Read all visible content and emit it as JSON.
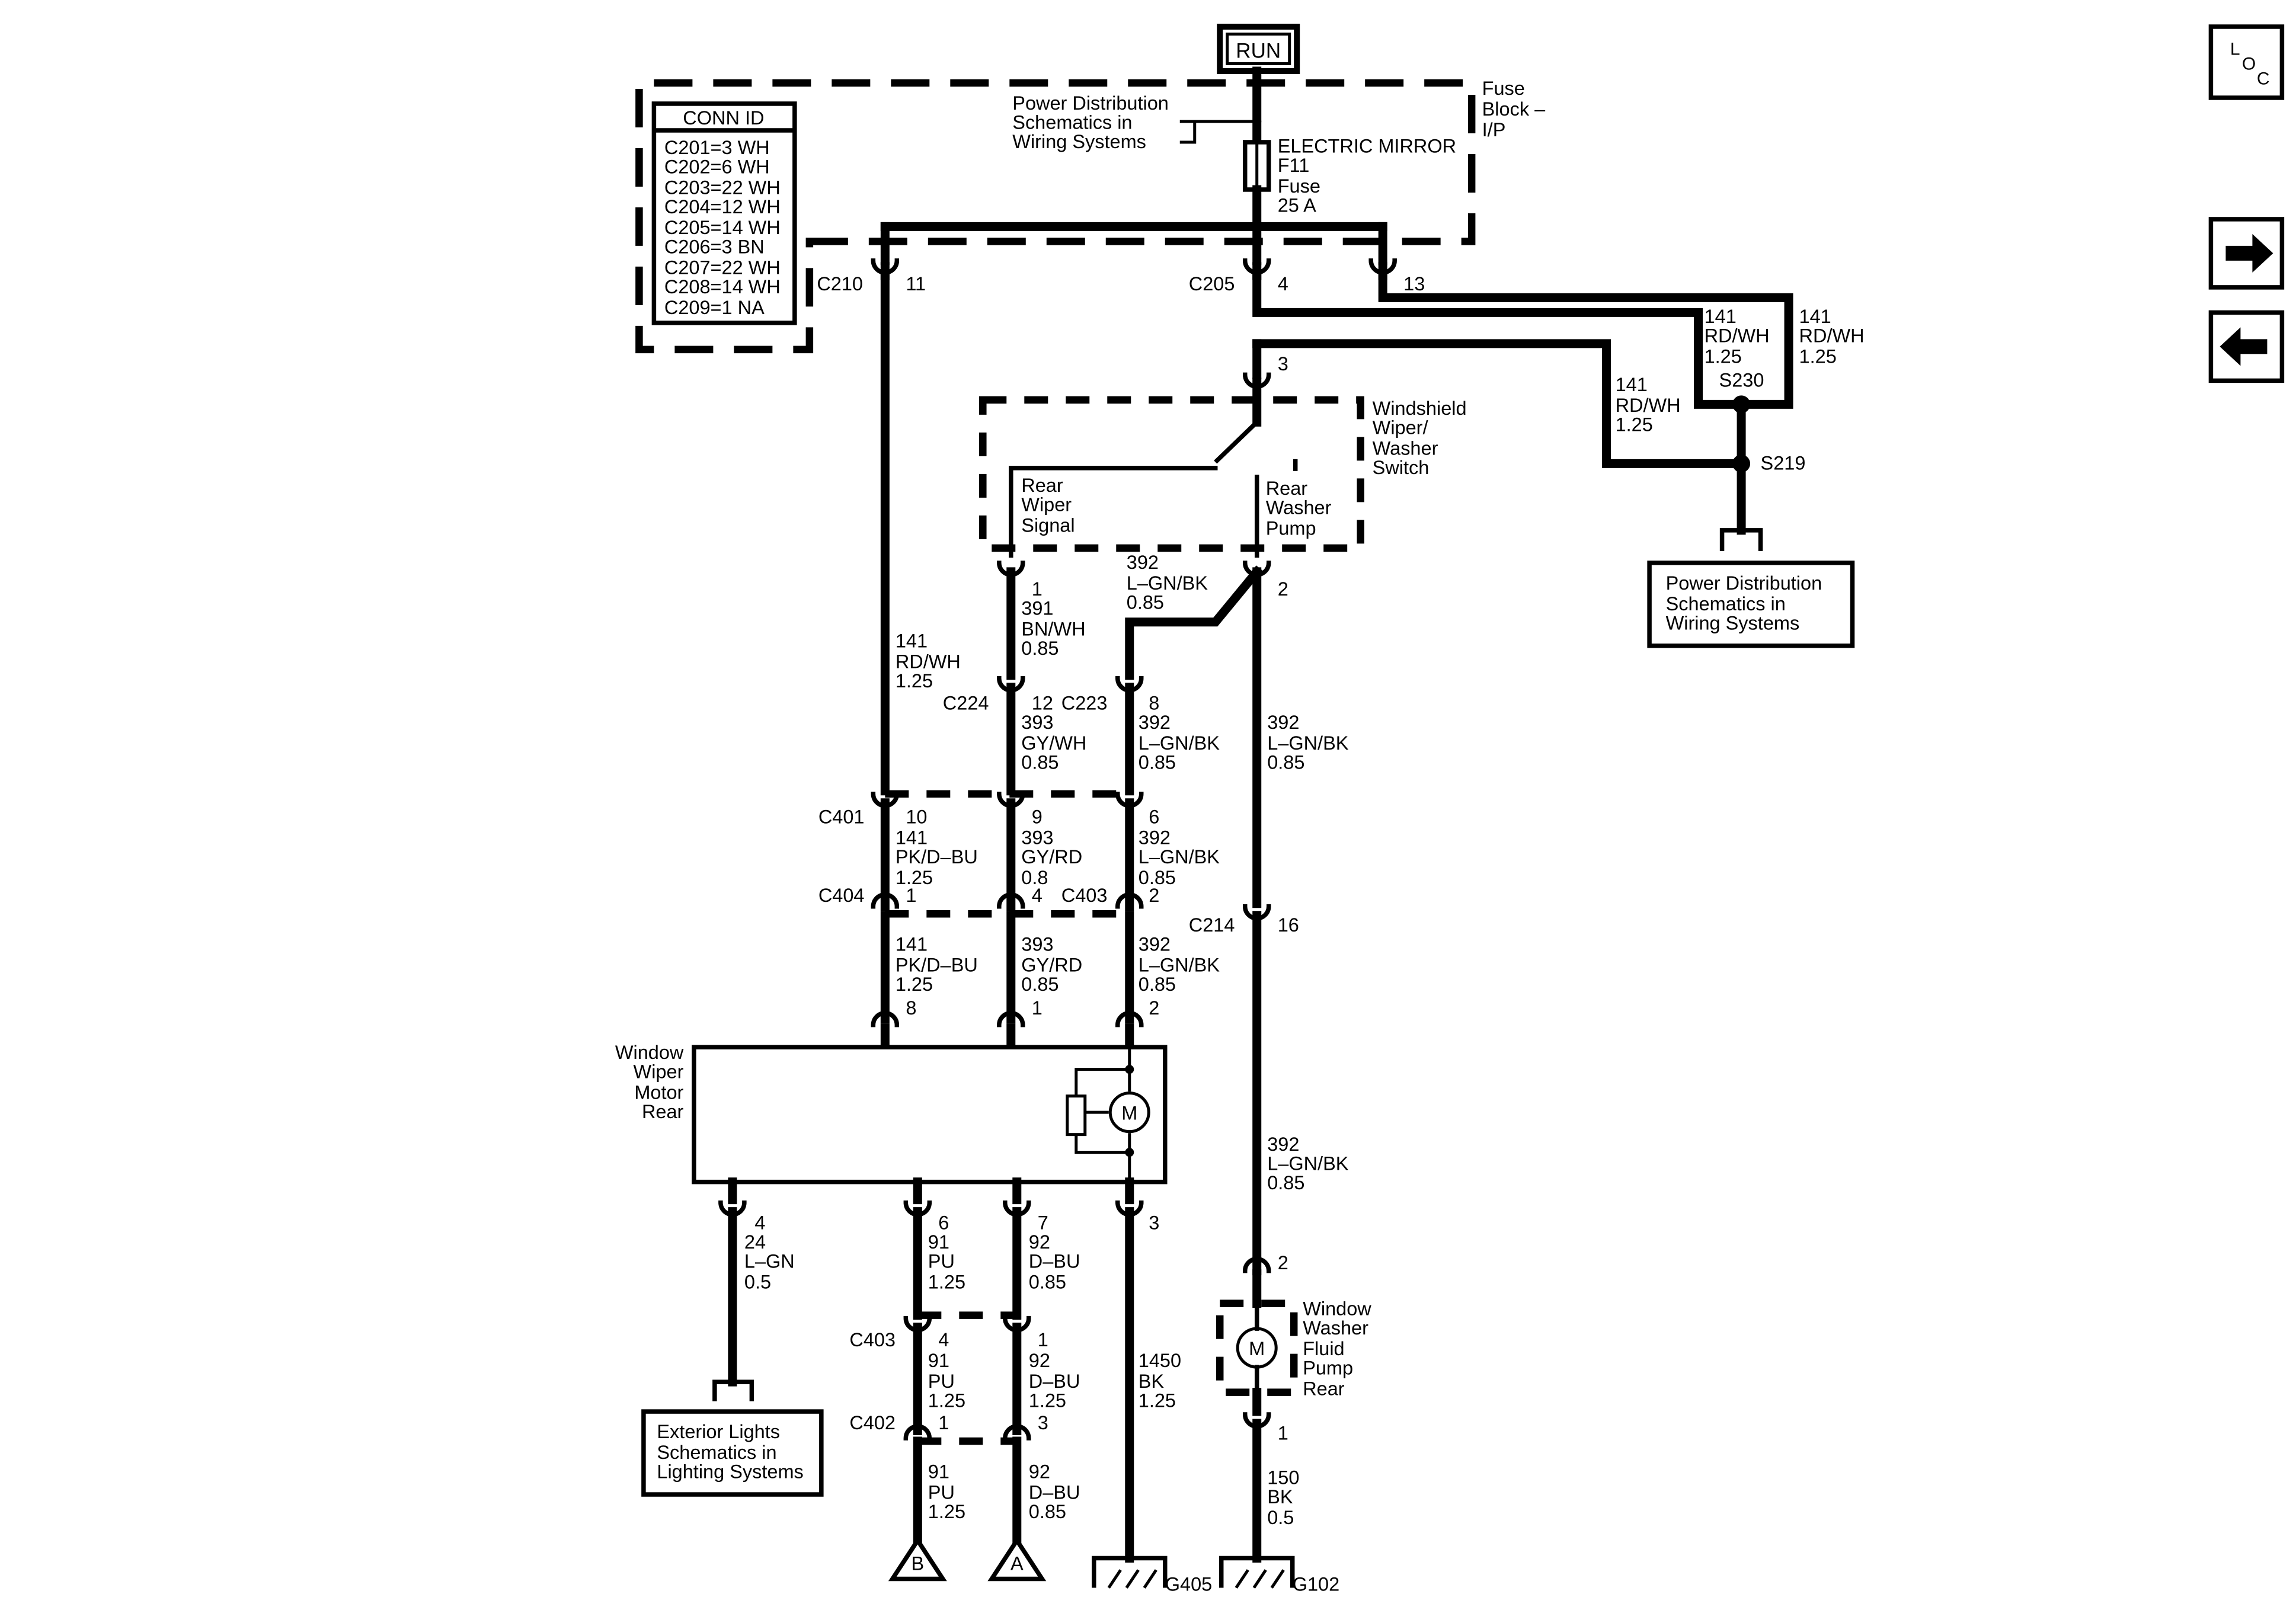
{
  "run_label": "RUN",
  "loc": {
    "l": "L",
    "o": "O",
    "c": "C"
  },
  "fuse_block_label": [
    "Fuse",
    "Block –",
    "I/P"
  ],
  "power_dist_top": [
    "Power Distribution",
    "Schematics in",
    "Wiring Systems"
  ],
  "fuse": {
    "name": "ELECTRIC MIRROR",
    "id": "F11",
    "type": "Fuse",
    "rating": "25 A"
  },
  "conn_id": {
    "header": "CONN ID",
    "rows": [
      "C201=3 WH",
      "C202=6 WH",
      "C203=22 WH",
      "C204=12 WH",
      "C205=14 WH",
      "C206=3 BN",
      "C207=22 WH",
      "C208=14 WH",
      "C209=1 NA"
    ]
  },
  "connectors": {
    "c210": "C210",
    "c205": "C205",
    "c224": "C224",
    "c223": "C223",
    "c401": "C401",
    "c404": "C404",
    "c403": "C403",
    "c214": "C214",
    "c403b": "C403",
    "c402": "C402"
  },
  "pins": {
    "p11": "11",
    "p4": "4",
    "p13": "13",
    "p3": "3",
    "p1": "1",
    "p2": "2",
    "p12": "12",
    "p8": "8",
    "p10": "10",
    "p9": "9",
    "p6": "6",
    "p1b": "1",
    "p4b": "4",
    "p2b": "2",
    "p16": "16",
    "p8b": "8",
    "p1c": "1",
    "p2c": "2",
    "p4c": "4",
    "p6b": "6",
    "p7": "7",
    "p3b": "3",
    "p4d": "4",
    "p1d": "1",
    "p1e": "1",
    "p3c": "3",
    "p2d": "2",
    "p1f": "1"
  },
  "wires": {
    "w141_s230": [
      "141",
      "RD/WH",
      "1.25"
    ],
    "w141_right": [
      "141",
      "RD/WH",
      "1.25"
    ],
    "w141_s219": [
      "141",
      "RD/WH",
      "1.25"
    ],
    "w141_left": [
      "141",
      "RD/WH",
      "1.25"
    ],
    "w391": [
      "391",
      "BN/WH",
      "0.85"
    ],
    "w392_top": [
      "392",
      "L–GN/BK",
      "0.85"
    ],
    "w393_gywh": [
      "393",
      "GY/WH",
      "0.85"
    ],
    "w392_c223": [
      "392",
      "L–GN/BK",
      "0.85"
    ],
    "w392_right": [
      "392",
      "L–GN/BK",
      "0.85"
    ],
    "w141_pk": [
      "141",
      "PK/D–BU",
      "1.25"
    ],
    "w393_gyrd": [
      "393",
      "GY/RD",
      "0.8"
    ],
    "w392_c401": [
      "392",
      "L–GN/BK",
      "0.85"
    ],
    "w141_pk2": [
      "141",
      "PK/D–BU",
      "1.25"
    ],
    "w393_gyrd2": [
      "393",
      "GY/RD",
      "0.85"
    ],
    "w392_c404": [
      "392",
      "L–GN/BK",
      "0.85"
    ],
    "w392_low": [
      "392",
      "L–GN/BK",
      "0.85"
    ],
    "w24": [
      "24",
      "L–GN",
      "0.5"
    ],
    "w91a": [
      "91",
      "PU",
      "1.25"
    ],
    "w92a": [
      "92",
      "D–BU",
      "0.85"
    ],
    "w91b": [
      "91",
      "PU",
      "1.25"
    ],
    "w92b": [
      "92",
      "D–BU",
      "1.25"
    ],
    "w1450": [
      "1450",
      "BK",
      "1.25"
    ],
    "w91c": [
      "91",
      "PU",
      "1.25"
    ],
    "w92c": [
      "92",
      "D–BU",
      "0.85"
    ],
    "w150": [
      "150",
      "BK",
      "0.5"
    ]
  },
  "splices": {
    "s230": "S230",
    "s219": "S219"
  },
  "switch": {
    "title": [
      "Windshield",
      "Wiper/",
      "Washer",
      "Switch"
    ],
    "rear_wiper": [
      "Rear",
      "Wiper",
      "Signal"
    ],
    "rear_washer": [
      "Rear",
      "Washer",
      "Pump"
    ]
  },
  "power_dist_right": [
    "Power Distribution",
    "Schematics in",
    "Wiring Systems"
  ],
  "motor_label": [
    "Window",
    "Wiper",
    "Motor",
    "Rear"
  ],
  "motor_symbol": "M",
  "pump_label": [
    "Window",
    "Washer",
    "Fluid",
    "Pump",
    "Rear"
  ],
  "pump_symbol": "M",
  "exterior_lights": [
    "Exterior Lights",
    "Schematics in",
    "Lighting Systems"
  ],
  "grounds": {
    "g405": "G405",
    "g102": "G102"
  },
  "offpage": {
    "b": "B",
    "a": "A"
  },
  "nav": {
    "next": "arrow-right-icon",
    "prev": "arrow-left-icon"
  }
}
